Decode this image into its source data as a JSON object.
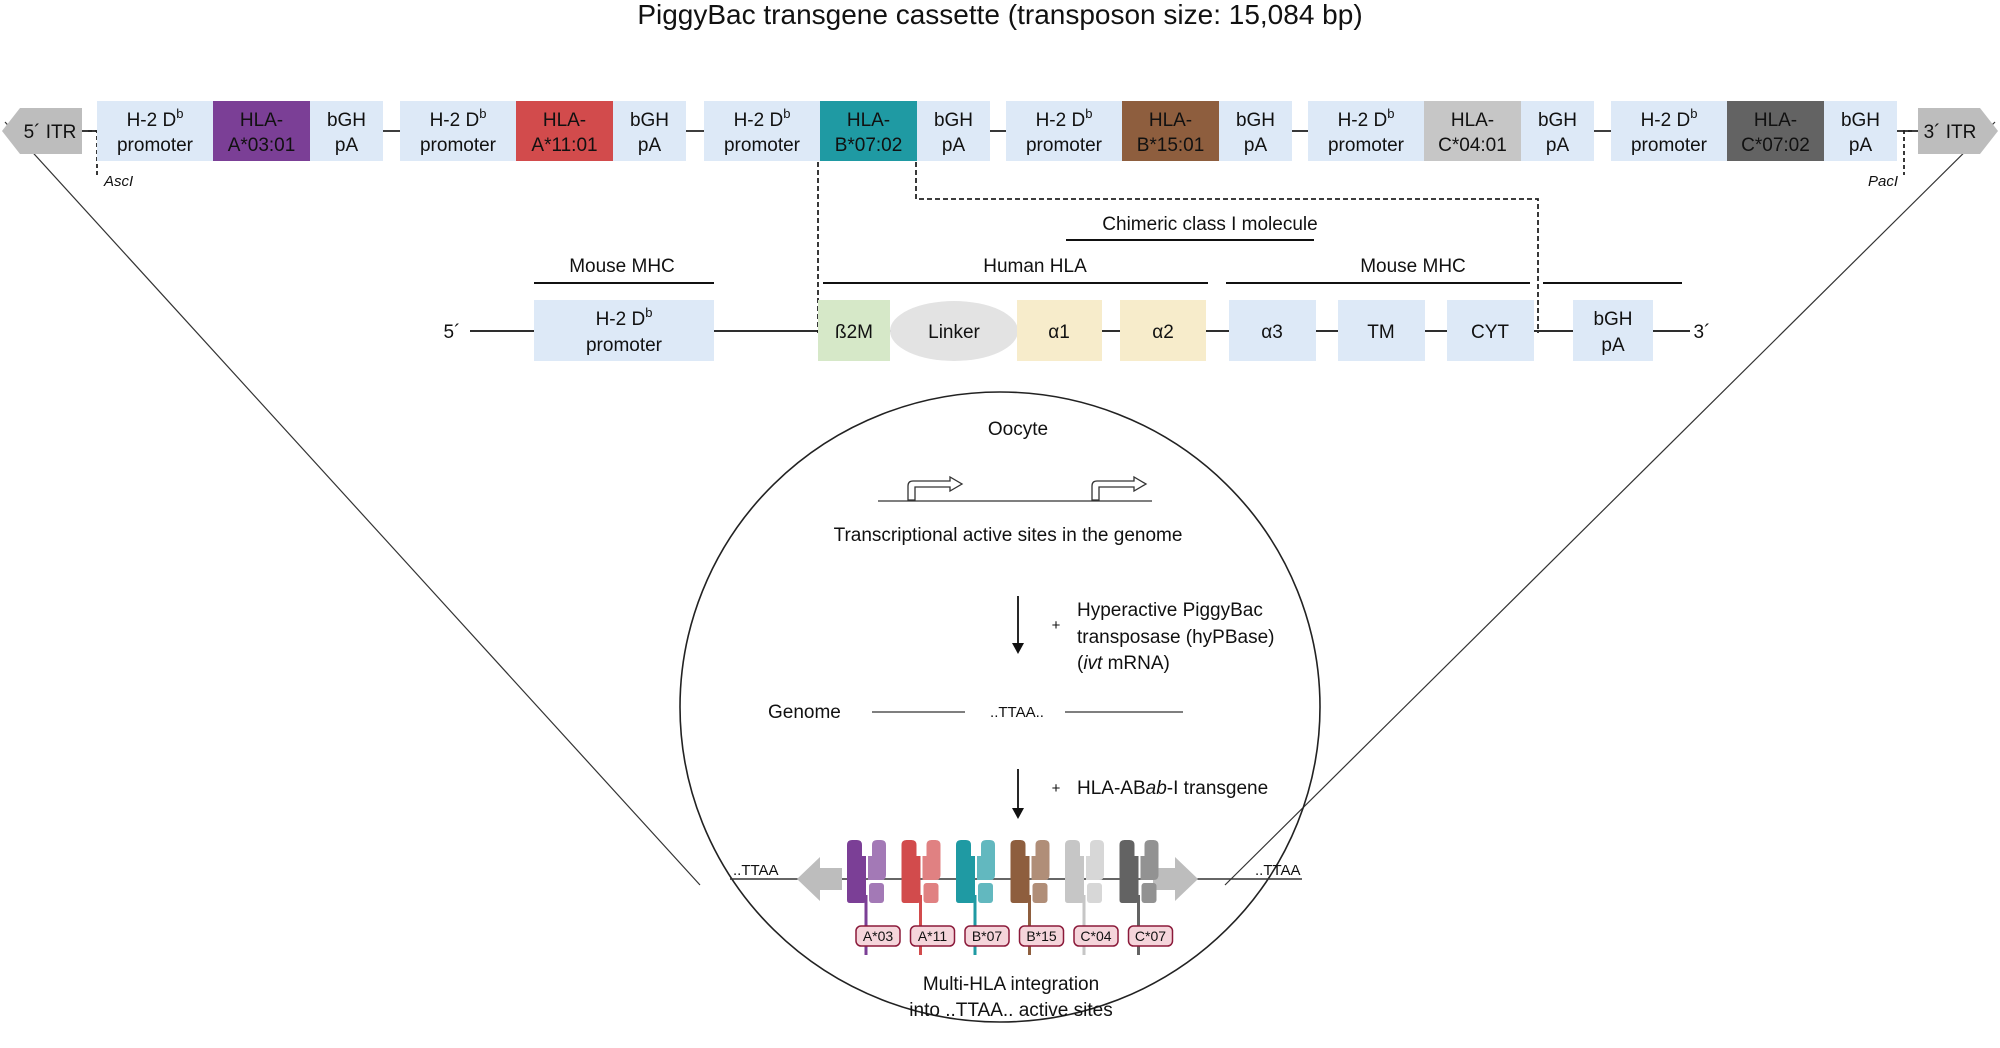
{
  "title": "PiggyBac transgene cassette (transposon size: 15,084 bp)",
  "cassette": {
    "itr_left": "5´ ITR",
    "itr_right": "3´ ITR",
    "site_left": "AscI",
    "site_right": "PacI",
    "promoter_line1": "H-2 D",
    "promoter_sup": "b",
    "promoter_line2": "promoter",
    "pa_line1": "bGH",
    "pa_line2": "pA",
    "units": [
      {
        "prefix": "HLA-",
        "allele": "A*03:01",
        "color": "#7b3f96"
      },
      {
        "prefix": "HLA-",
        "allele": "A*11:01",
        "color": "#d24b4c"
      },
      {
        "prefix": "HLA-",
        "allele": "B*07:02",
        "color": "#1f9aa3"
      },
      {
        "prefix": "HLA-",
        "allele": "B*15:01",
        "color": "#8e5e3e"
      },
      {
        "prefix": "HLA-",
        "allele": "C*04:01",
        "color": "#c6c6c6"
      },
      {
        "prefix": "HLA-",
        "allele": "C*07:02",
        "color": "#636363"
      }
    ]
  },
  "construct": {
    "chimeric_label": "Chimeric class I molecule",
    "mouse_mhc_left": "Mouse MHC",
    "human_hla": "Human HLA",
    "mouse_mhc_right": "Mouse MHC",
    "five_prime": "5´",
    "three_prime": "3´",
    "promoter_line1": "H-2 D",
    "promoter_sup": "b",
    "promoter_line2": "promoter",
    "b2m": "ß2M",
    "linker": "Linker",
    "alpha1": "α1",
    "alpha2": "α2",
    "alpha3": "α3",
    "tm": "TM",
    "cyt": "CYT",
    "pa_line1": "bGH",
    "pa_line2": "pA"
  },
  "oocyte": {
    "title": "Oocyte",
    "active_sites": "Transcriptional active sites in the genome",
    "plus": "+",
    "step1_line1": "Hyperactive PiggyBac",
    "step1_line2": "transposase (hyPBase)",
    "step1_ivt": "ivt",
    "step1_mrna": " mRNA)",
    "step1_open": "(",
    "genome_label": "Genome",
    "ttaa_mid": "..TTAA..",
    "step2_pre": "HLA-AB",
    "step2_ab": "ab",
    "step2_post": "-I transgene",
    "ttaa_left": "..TTAA",
    "ttaa_right": "..TTAA",
    "molecule_labels": [
      "A*03",
      "A*11",
      "B*07",
      "B*15",
      "C*04",
      "C*07"
    ],
    "result_line1": "Multi-HLA integration",
    "result_line2": "into ..TTAA.. active sites"
  },
  "colors": {
    "light_blue": "#dde9f7",
    "b2m_green": "#d6e8c8",
    "alpha_yellow": "#f7eccb",
    "linker_gray": "#e3e3e3",
    "arrow_gray": "#bdbdbd",
    "label_pink": "#f5d5db",
    "label_border": "#8b1a3a"
  }
}
